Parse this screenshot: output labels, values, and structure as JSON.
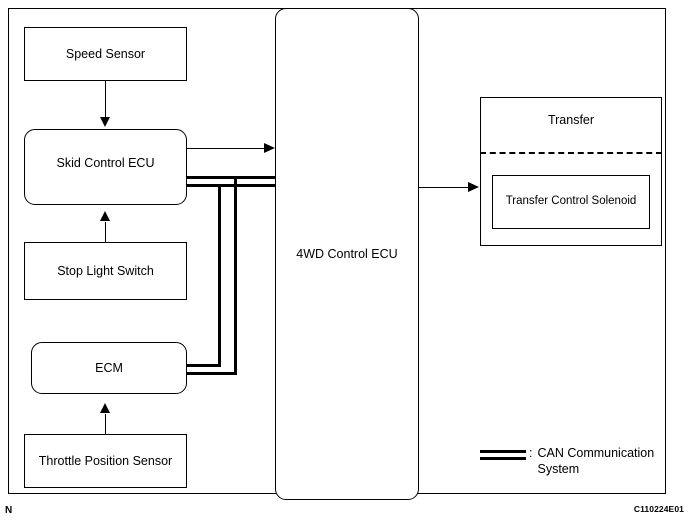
{
  "diagram": {
    "blocks": {
      "speed_sensor": "Speed Sensor",
      "skid_control_ecu": "Skid Control ECU",
      "stop_light_switch": "Stop Light Switch",
      "ecm": "ECM",
      "throttle_position_sensor": "Throttle Position Sensor",
      "fourwd_control_ecu": "4WD Control ECU",
      "transfer": "Transfer",
      "transfer_control_solenoid": "Transfer Control Solenoid"
    },
    "legend": {
      "symbol_name": "can-bus-double-line",
      "separator": ":",
      "text": "CAN Communication System"
    },
    "markers": {
      "revision": "N",
      "figure_code": "C110224E01"
    },
    "colors": {
      "line": "#000000",
      "background": "#ffffff"
    }
  }
}
